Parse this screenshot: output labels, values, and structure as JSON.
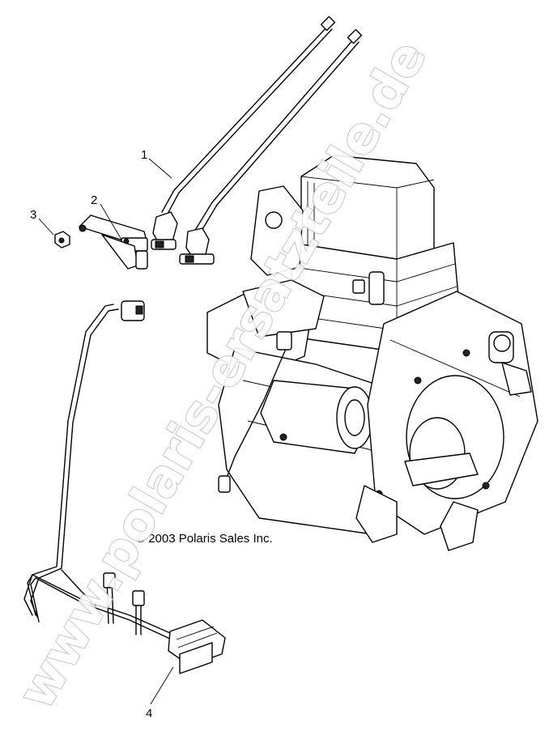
{
  "diagram": {
    "callouts": [
      {
        "id": "1"
      },
      {
        "id": "2"
      },
      {
        "id": "3"
      },
      {
        "id": "4"
      }
    ],
    "copyright": "© 2003 Polaris Sales Inc.",
    "watermark": "www.polaris-ersatzteile.de",
    "colors": {
      "line": "#000000",
      "background": "#ffffff",
      "watermark_outline": "#c4c4c4"
    }
  }
}
